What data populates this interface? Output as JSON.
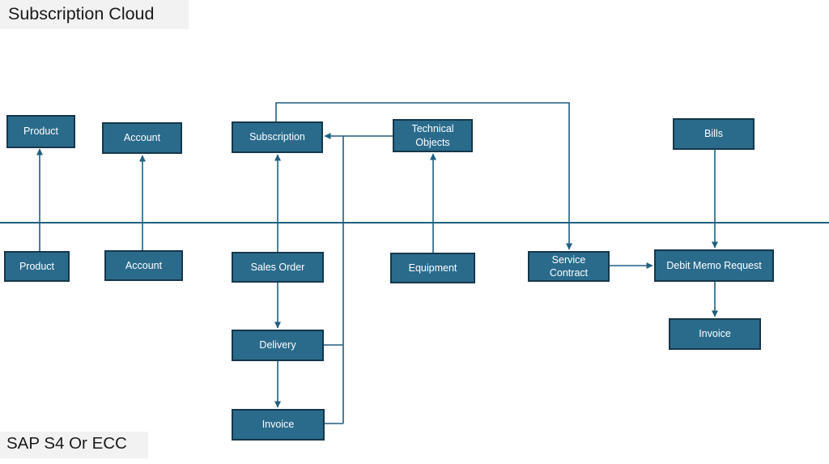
{
  "titles": {
    "top": "Subscription Cloud",
    "bottom": "SAP S4 Or ECC"
  },
  "colors": {
    "box_fill": "#2A6B8C",
    "box_border": "#15374A",
    "box_text": "#FFFFFF",
    "connector": "#1F5F82",
    "title_bg": "#F2F2F2",
    "title_text": "#1A1A1A"
  },
  "lanes": [
    {
      "id": "subscription_cloud",
      "label": "Subscription Cloud"
    },
    {
      "id": "sap_s4_or_ecc",
      "label": "SAP S4 Or ECC"
    }
  ],
  "nodes": {
    "product_cloud": "Product",
    "account_cloud": "Account",
    "subscription": "Subscription",
    "technical_objects": "Technical Objects",
    "bills": "Bills",
    "product_erp": "Product",
    "account_erp": "Account",
    "sales_order": "Sales Order",
    "equipment": "Equipment",
    "service_contract": "Service Contract",
    "debit_memo_request": "Debit Memo Request",
    "delivery": "Delivery",
    "invoice_delivery": "Invoice",
    "invoice_dmr": "Invoice"
  },
  "connections": [
    {
      "from": "product_erp",
      "to": "product_cloud",
      "arrow": "to"
    },
    {
      "from": "account_erp",
      "to": "account_cloud",
      "arrow": "to"
    },
    {
      "from": "sales_order",
      "to": "subscription",
      "arrow": "to"
    },
    {
      "from": "equipment",
      "to": "technical_objects",
      "arrow": "to"
    },
    {
      "from": "technical_objects",
      "to": "subscription",
      "arrow": "to"
    },
    {
      "from": "delivery",
      "to": "subscription",
      "arrow": "to"
    },
    {
      "from": "invoice_delivery",
      "to": "subscription",
      "arrow": "to"
    },
    {
      "from": "subscription",
      "to": "service_contract",
      "arrow": "to"
    },
    {
      "from": "service_contract",
      "to": "debit_memo_request",
      "arrow": "to"
    },
    {
      "from": "bills",
      "to": "debit_memo_request",
      "arrow": "to"
    },
    {
      "from": "sales_order",
      "to": "delivery",
      "arrow": "to"
    },
    {
      "from": "delivery",
      "to": "invoice_delivery",
      "arrow": "to"
    },
    {
      "from": "debit_memo_request",
      "to": "invoice_dmr",
      "arrow": "to"
    }
  ]
}
